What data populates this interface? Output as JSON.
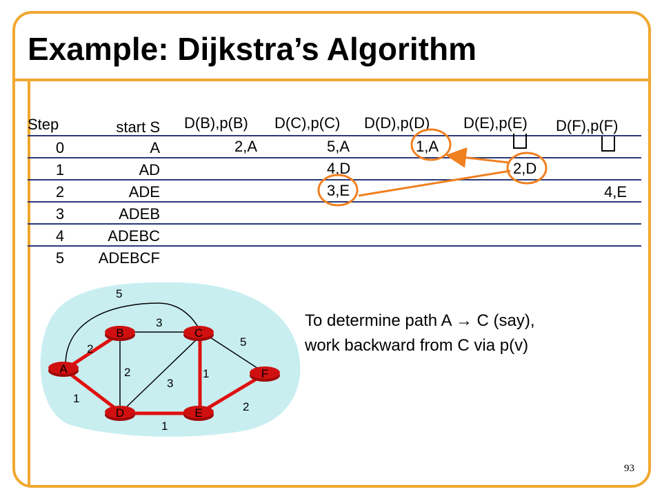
{
  "slide": {
    "title": "Example: Dijkstra’s Algorithm",
    "page_number": "93",
    "accent_color": "#f0a830"
  },
  "table": {
    "headers": {
      "step": "Step",
      "start": "start S",
      "d_b": "D(B),p(B)",
      "d_c": "D(C),p(C)",
      "d_d": "D(D),p(D)",
      "d_e": "D(E),p(E)",
      "d_f": "D(F),p(F)"
    },
    "steps": [
      "0",
      "1",
      "2",
      "3",
      "4",
      "5"
    ],
    "paths": [
      "A",
      "AD",
      "ADE",
      "ADEB",
      "ADEBC",
      "ADEBCF"
    ],
    "cells": {
      "b_row0": "2,A",
      "c_row0": "5,A",
      "c_row1": "4,D",
      "c_row2": "3,E",
      "d_row0": "1,A",
      "e_row1": "2,D",
      "f_row2": "4,E"
    },
    "line_color": "#283878",
    "highlight_color": "#f08020"
  },
  "graph": {
    "background_color": "#c8eef0",
    "node_color": "#d01010",
    "path_color": "#e01010",
    "nodes": [
      "A",
      "B",
      "C",
      "D",
      "E",
      "F"
    ],
    "edge_weights": {
      "A_B": "2",
      "A_C": "5",
      "B_C": "3",
      "B_D": "2",
      "C_F": "5",
      "C_E": "1",
      "C_D": "3",
      "A_D": "1",
      "D_E": "1",
      "E_F": "2"
    }
  },
  "caption": {
    "line1": "To determine path A → C (say),",
    "line2": "work backward from C via p(v)"
  }
}
